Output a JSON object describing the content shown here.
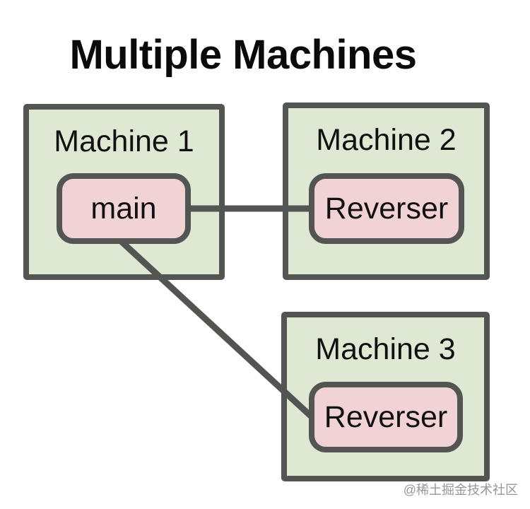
{
  "title": "Multiple Machines",
  "machines": [
    {
      "label": "Machine 1",
      "node": "main"
    },
    {
      "label": "Machine 2",
      "node": "Reverser"
    },
    {
      "label": "Machine 3",
      "node": "Reverser"
    }
  ],
  "connections": [
    {
      "from": "main",
      "to": "machine-2-reverser",
      "shape": "horizontal"
    },
    {
      "from": "main",
      "to": "machine-3-reverser",
      "shape": "diagonal"
    }
  ],
  "watermark": "@稀土掘金技术社区",
  "colors": {
    "machine_fill": "#dfe8d3",
    "node_fill": "#f2d3d5",
    "stroke": "#525552",
    "title_text": "#0a0a0a",
    "watermark_text": "#969696"
  }
}
